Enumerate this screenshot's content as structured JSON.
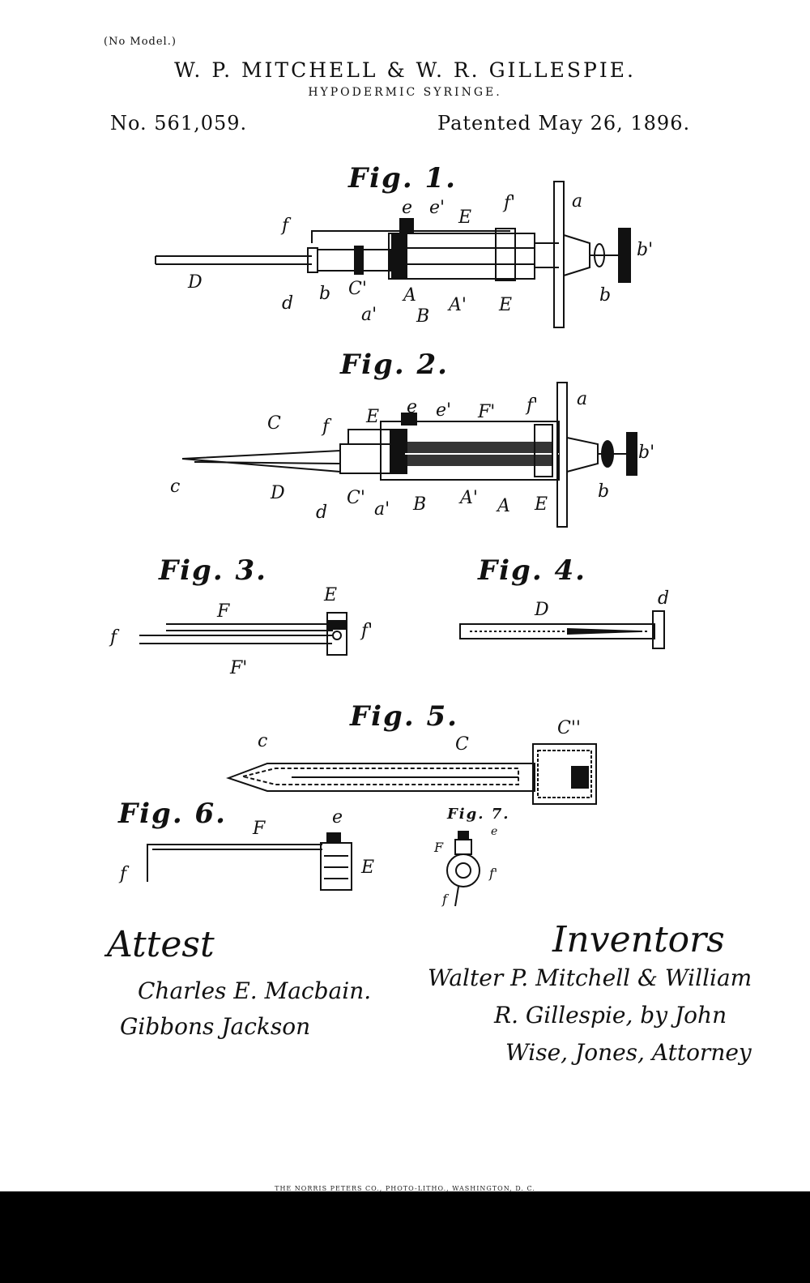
{
  "header": {
    "model_note": "(No Model.)",
    "inventors": "W. P. MITCHELL & W. R. GILLESPIE.",
    "subject": "HYPODERMIC SYRINGE.",
    "patent_number": "No. 561,059.",
    "patent_date": "Patented May 26, 1896."
  },
  "figures": {
    "fig1": {
      "title": "Fig. 1.",
      "labels": [
        "e",
        "e'",
        "E",
        "f'",
        "a",
        "f",
        "b'",
        "D",
        "d",
        "b",
        "C'",
        "a'",
        "A",
        "B",
        "A'",
        "E",
        "b"
      ]
    },
    "fig2": {
      "title": "Fig. 2.",
      "labels": [
        "C",
        "f",
        "E",
        "e",
        "e'",
        "F'",
        "f'",
        "a",
        "c",
        "b'",
        "D",
        "d",
        "C'",
        "a'",
        "B",
        "A'",
        "A",
        "E",
        "b"
      ]
    },
    "fig3": {
      "title": "Fig. 3.",
      "labels": [
        "F",
        "E",
        "f",
        "f'",
        "F'"
      ]
    },
    "fig4": {
      "title": "Fig. 4.",
      "labels": [
        "D",
        "d"
      ]
    },
    "fig5": {
      "title": "Fig. 5.",
      "labels": [
        "c",
        "C",
        "C''"
      ]
    },
    "fig6": {
      "title": "Fig. 6.",
      "labels": [
        "F",
        "e",
        "f",
        "E"
      ]
    },
    "fig7": {
      "title": "Fig. 7.",
      "labels": [
        "F",
        "e",
        "f'",
        "f"
      ]
    }
  },
  "signatures": {
    "attest_label": "Attest",
    "witnesses": [
      "Charles E. Macbain.",
      "Gibbons Jackson"
    ],
    "inventors_label": "Inventors",
    "inventor_lines": [
      "Walter P. Mitchell & William",
      "R. Gillespie, by John",
      "Wise, Jones, Attorney"
    ]
  },
  "footer": {
    "printer_note": "THE NORRIS PETERS CO., PHOTO-LITHO., WASHINGTON, D. C."
  }
}
